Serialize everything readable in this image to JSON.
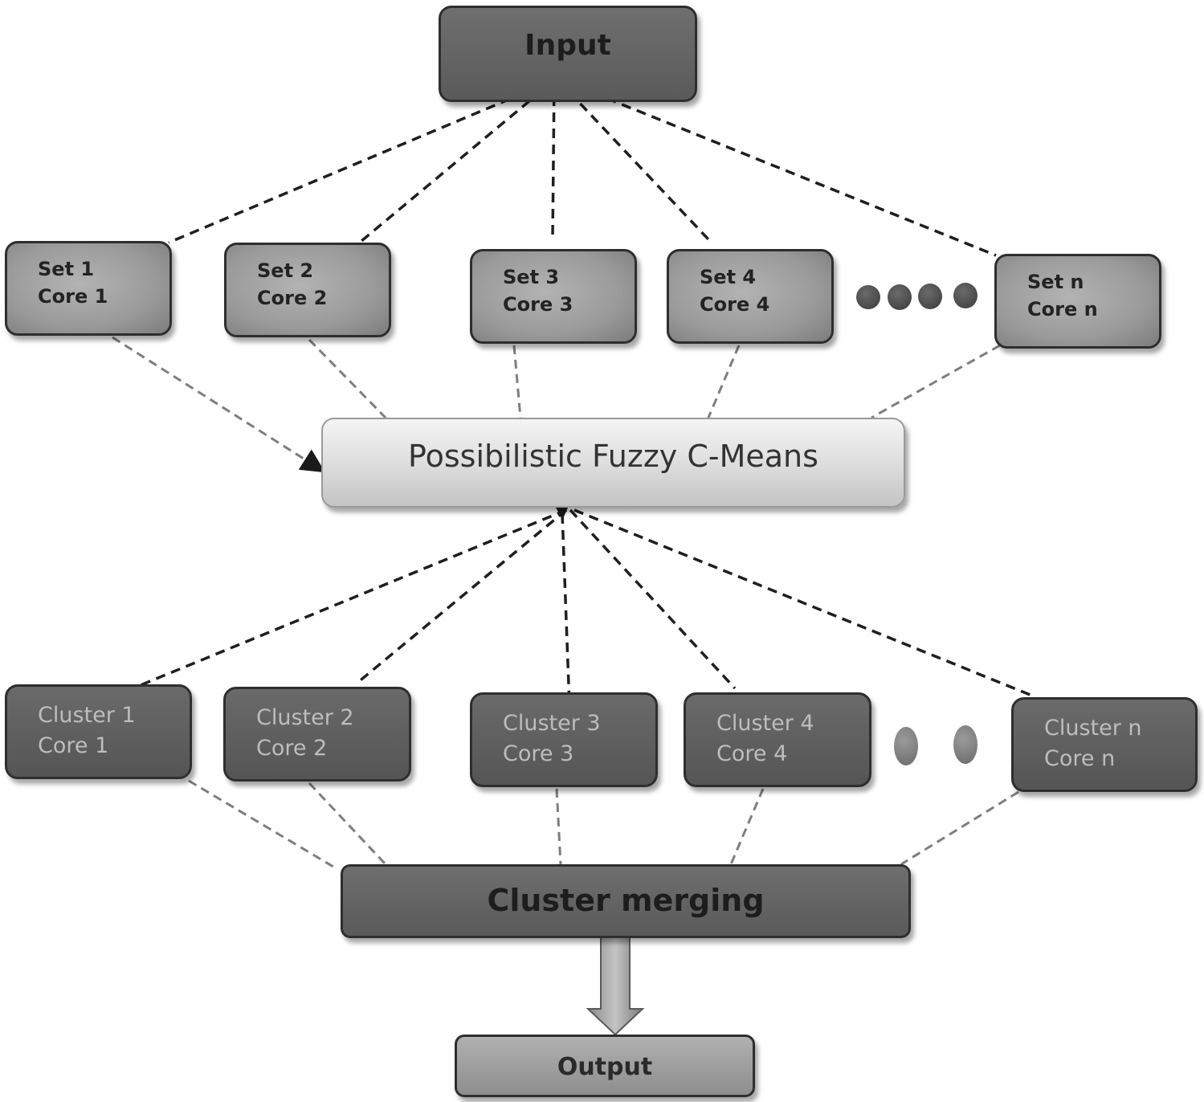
{
  "input": {
    "label": "Input"
  },
  "sets": [
    {
      "line1": "Set 1",
      "line2": "Core 1"
    },
    {
      "line1": "Set 2",
      "line2": "Core 2"
    },
    {
      "line1": "Set 3",
      "line2": "Core 3"
    },
    {
      "line1": "Set 4",
      "line2": "Core 4"
    },
    {
      "line1": "Set n",
      "line2": "Core n"
    }
  ],
  "pfcm": {
    "label": "Possibilistic Fuzzy C-Means"
  },
  "clusters": [
    {
      "line1": "Cluster 1",
      "line2": "Core 1"
    },
    {
      "line1": "Cluster 2",
      "line2": "Core 2"
    },
    {
      "line1": "Cluster 3",
      "line2": "Core 3"
    },
    {
      "line1": "Cluster 4",
      "line2": "Core 4"
    },
    {
      "line1": "Cluster n",
      "line2": "Core n"
    }
  ],
  "merge": {
    "label": "Cluster merging"
  },
  "output": {
    "label": "Output"
  }
}
